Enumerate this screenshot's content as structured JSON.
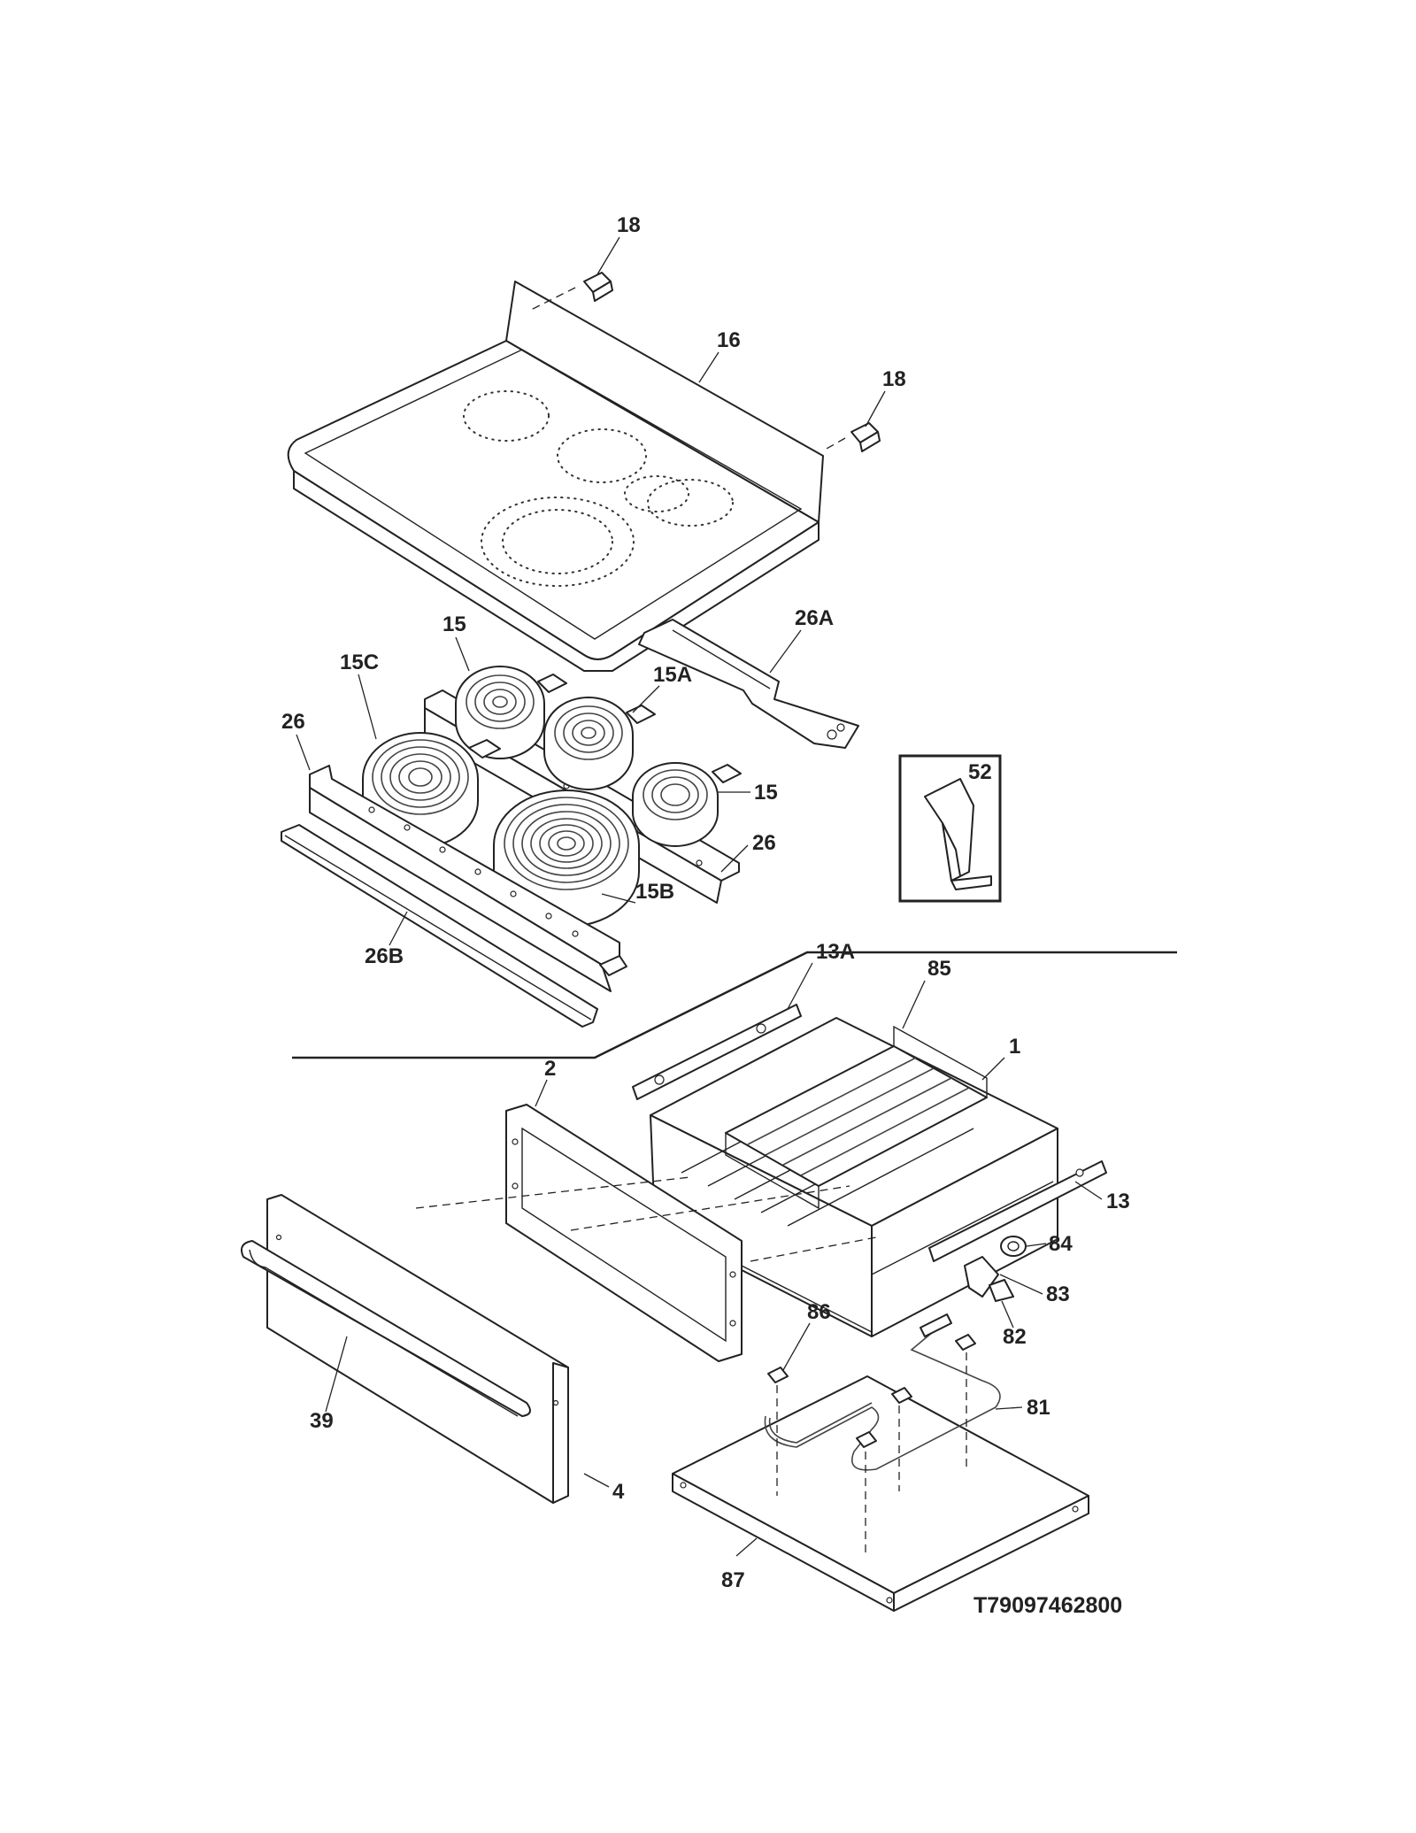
{
  "diagram": {
    "part_labels": [
      {
        "id": "18-left",
        "text": "18"
      },
      {
        "id": "16",
        "text": "16"
      },
      {
        "id": "18-right",
        "text": "18"
      },
      {
        "id": "15-top",
        "text": "15"
      },
      {
        "id": "26A",
        "text": "26A"
      },
      {
        "id": "15C",
        "text": "15C"
      },
      {
        "id": "15A",
        "text": "15A"
      },
      {
        "id": "26-left",
        "text": "26"
      },
      {
        "id": "52",
        "text": "52"
      },
      {
        "id": "15-right",
        "text": "15"
      },
      {
        "id": "26-right",
        "text": "26"
      },
      {
        "id": "15B",
        "text": "15B"
      },
      {
        "id": "26B",
        "text": "26B"
      },
      {
        "id": "13A",
        "text": "13A"
      },
      {
        "id": "85",
        "text": "85"
      },
      {
        "id": "1",
        "text": "1"
      },
      {
        "id": "2",
        "text": "2"
      },
      {
        "id": "13",
        "text": "13"
      },
      {
        "id": "84",
        "text": "84"
      },
      {
        "id": "83",
        "text": "83"
      },
      {
        "id": "82",
        "text": "82"
      },
      {
        "id": "86",
        "text": "86"
      },
      {
        "id": "81",
        "text": "81"
      },
      {
        "id": "39",
        "text": "39"
      },
      {
        "id": "4",
        "text": "4"
      },
      {
        "id": "87",
        "text": "87"
      }
    ],
    "drawing_code": "T79097462800"
  }
}
